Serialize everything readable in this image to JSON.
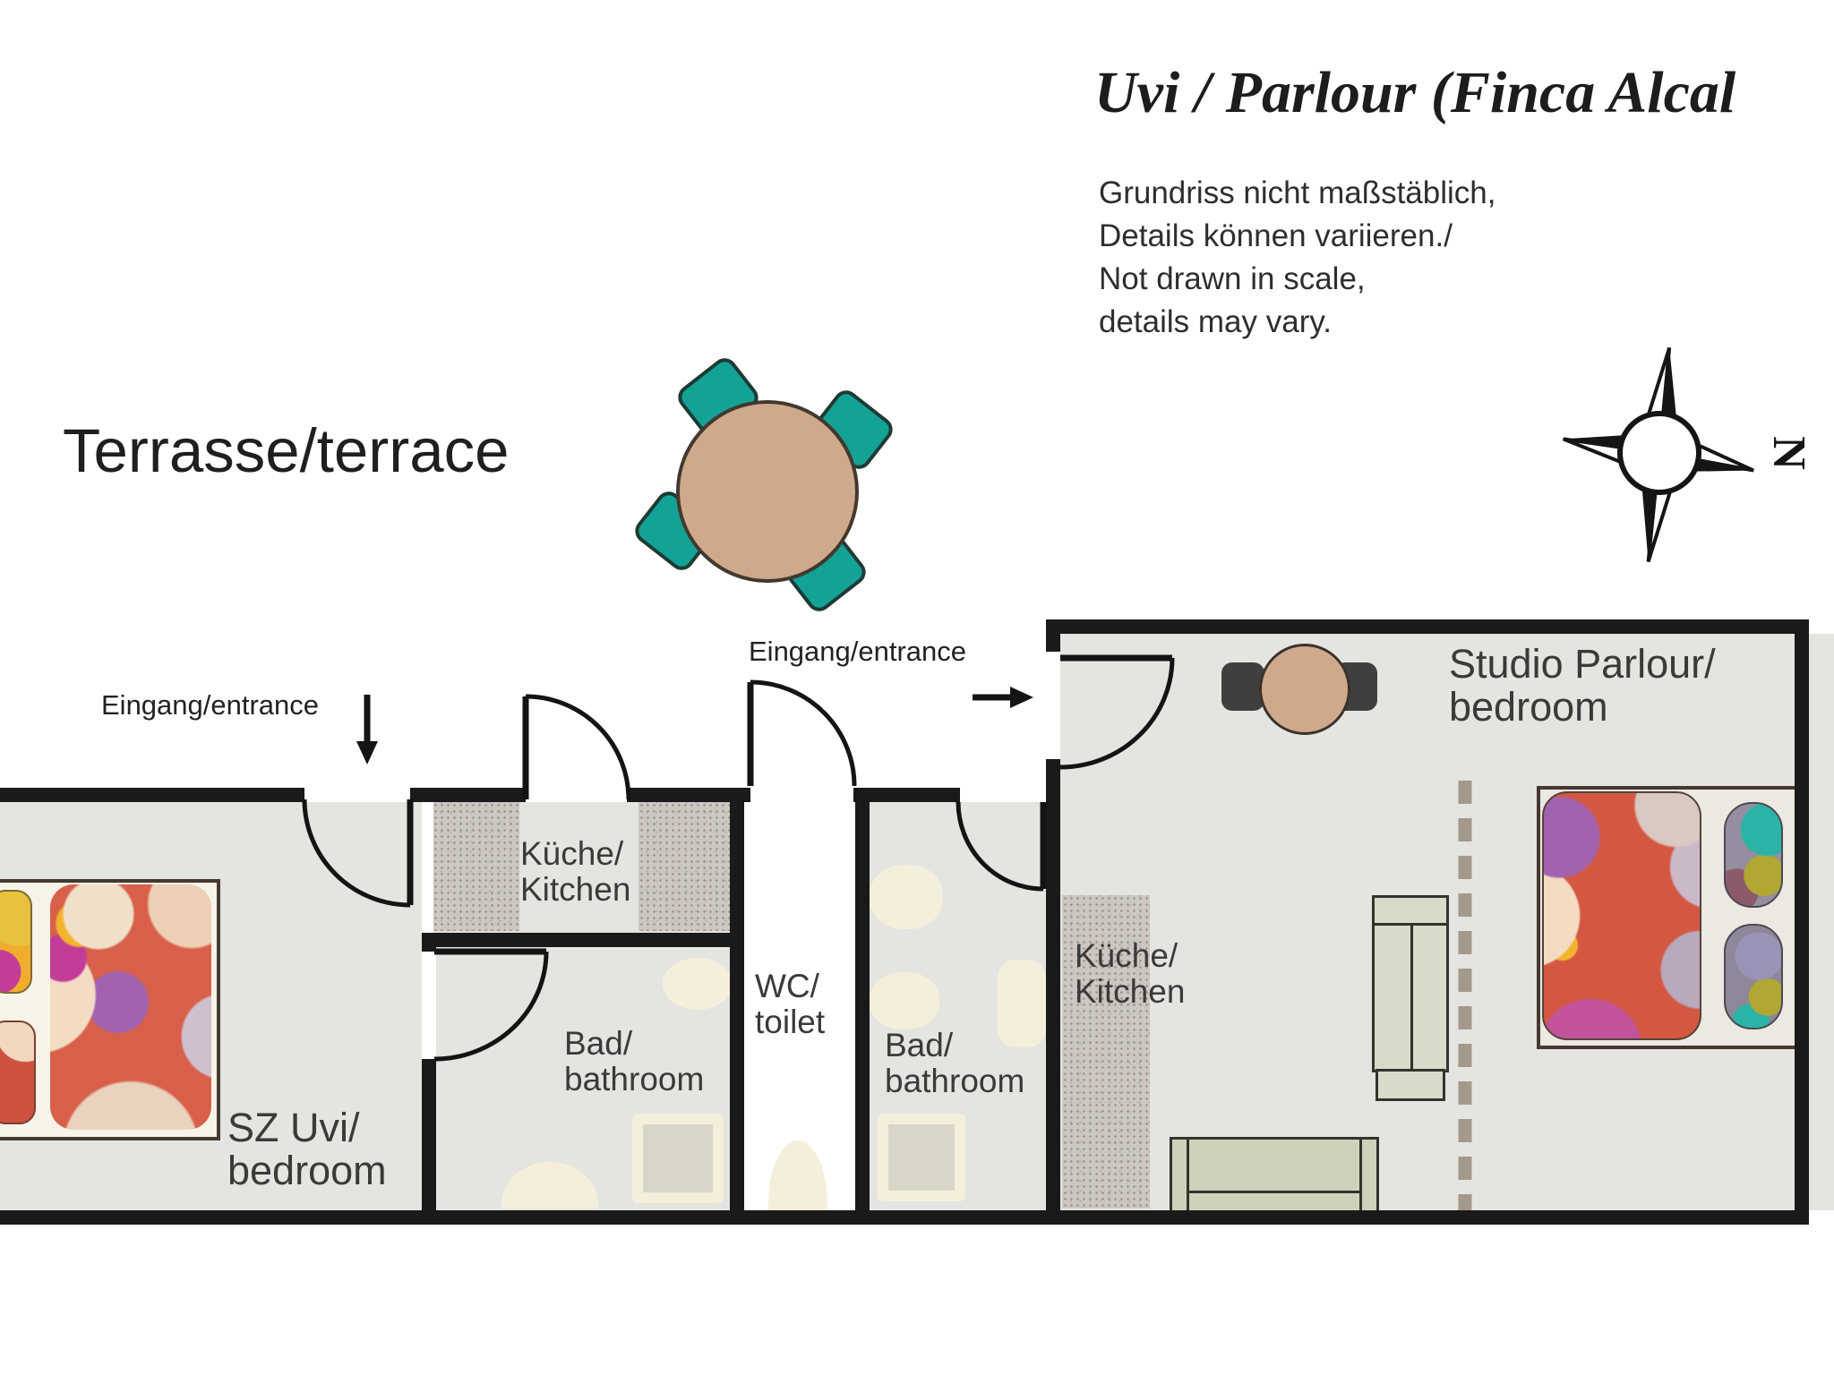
{
  "header": {
    "title": "Uvi / Parlour (Finca Alcal",
    "disclaimer_lines": [
      "Grundriss nicht maßstäblich,",
      "Details können variieren./",
      "Not drawn in scale,",
      "details may vary."
    ]
  },
  "compass": {
    "label": "N"
  },
  "terrace": {
    "label": "Terrasse/terrace"
  },
  "entrances": {
    "left": "Eingang/entrance",
    "right": "Eingang/entrance"
  },
  "rooms": {
    "bedroom_left": {
      "lines": [
        "SZ Uvi/",
        "bedroom"
      ]
    },
    "kitchen_left": {
      "lines": [
        "Küche/",
        "Kitchen"
      ]
    },
    "bathroom_left": {
      "lines": [
        "Bad/",
        "bathroom"
      ]
    },
    "wc": {
      "lines": [
        "WC/",
        "toilet"
      ]
    },
    "bathroom_right": {
      "lines": [
        "Bad/",
        "bathroom"
      ]
    },
    "kitchen_studio": {
      "lines": [
        "Küche/",
        "Kitchen"
      ]
    },
    "studio": {
      "lines": [
        "Studio Parlour/",
        "bedroom"
      ]
    }
  },
  "colors": {
    "wall": "#1a1a1a",
    "floor": "#e4e4e1",
    "counter_speckle": "#ccc7c0",
    "terrace_chair_teal": "#13a296",
    "table_tan": "#cfa98b",
    "fixture_cream": "#f4efdb",
    "sofa_sage": "#cfd1bb",
    "dashed_line": "#a39a8c",
    "duvet_red": "#d8604a",
    "duvet_purple": "#a263ae",
    "duvet_magenta": "#c33d98",
    "duvet_yellow": "#f2b42e",
    "pillow_teal": "#2cb3a8"
  }
}
